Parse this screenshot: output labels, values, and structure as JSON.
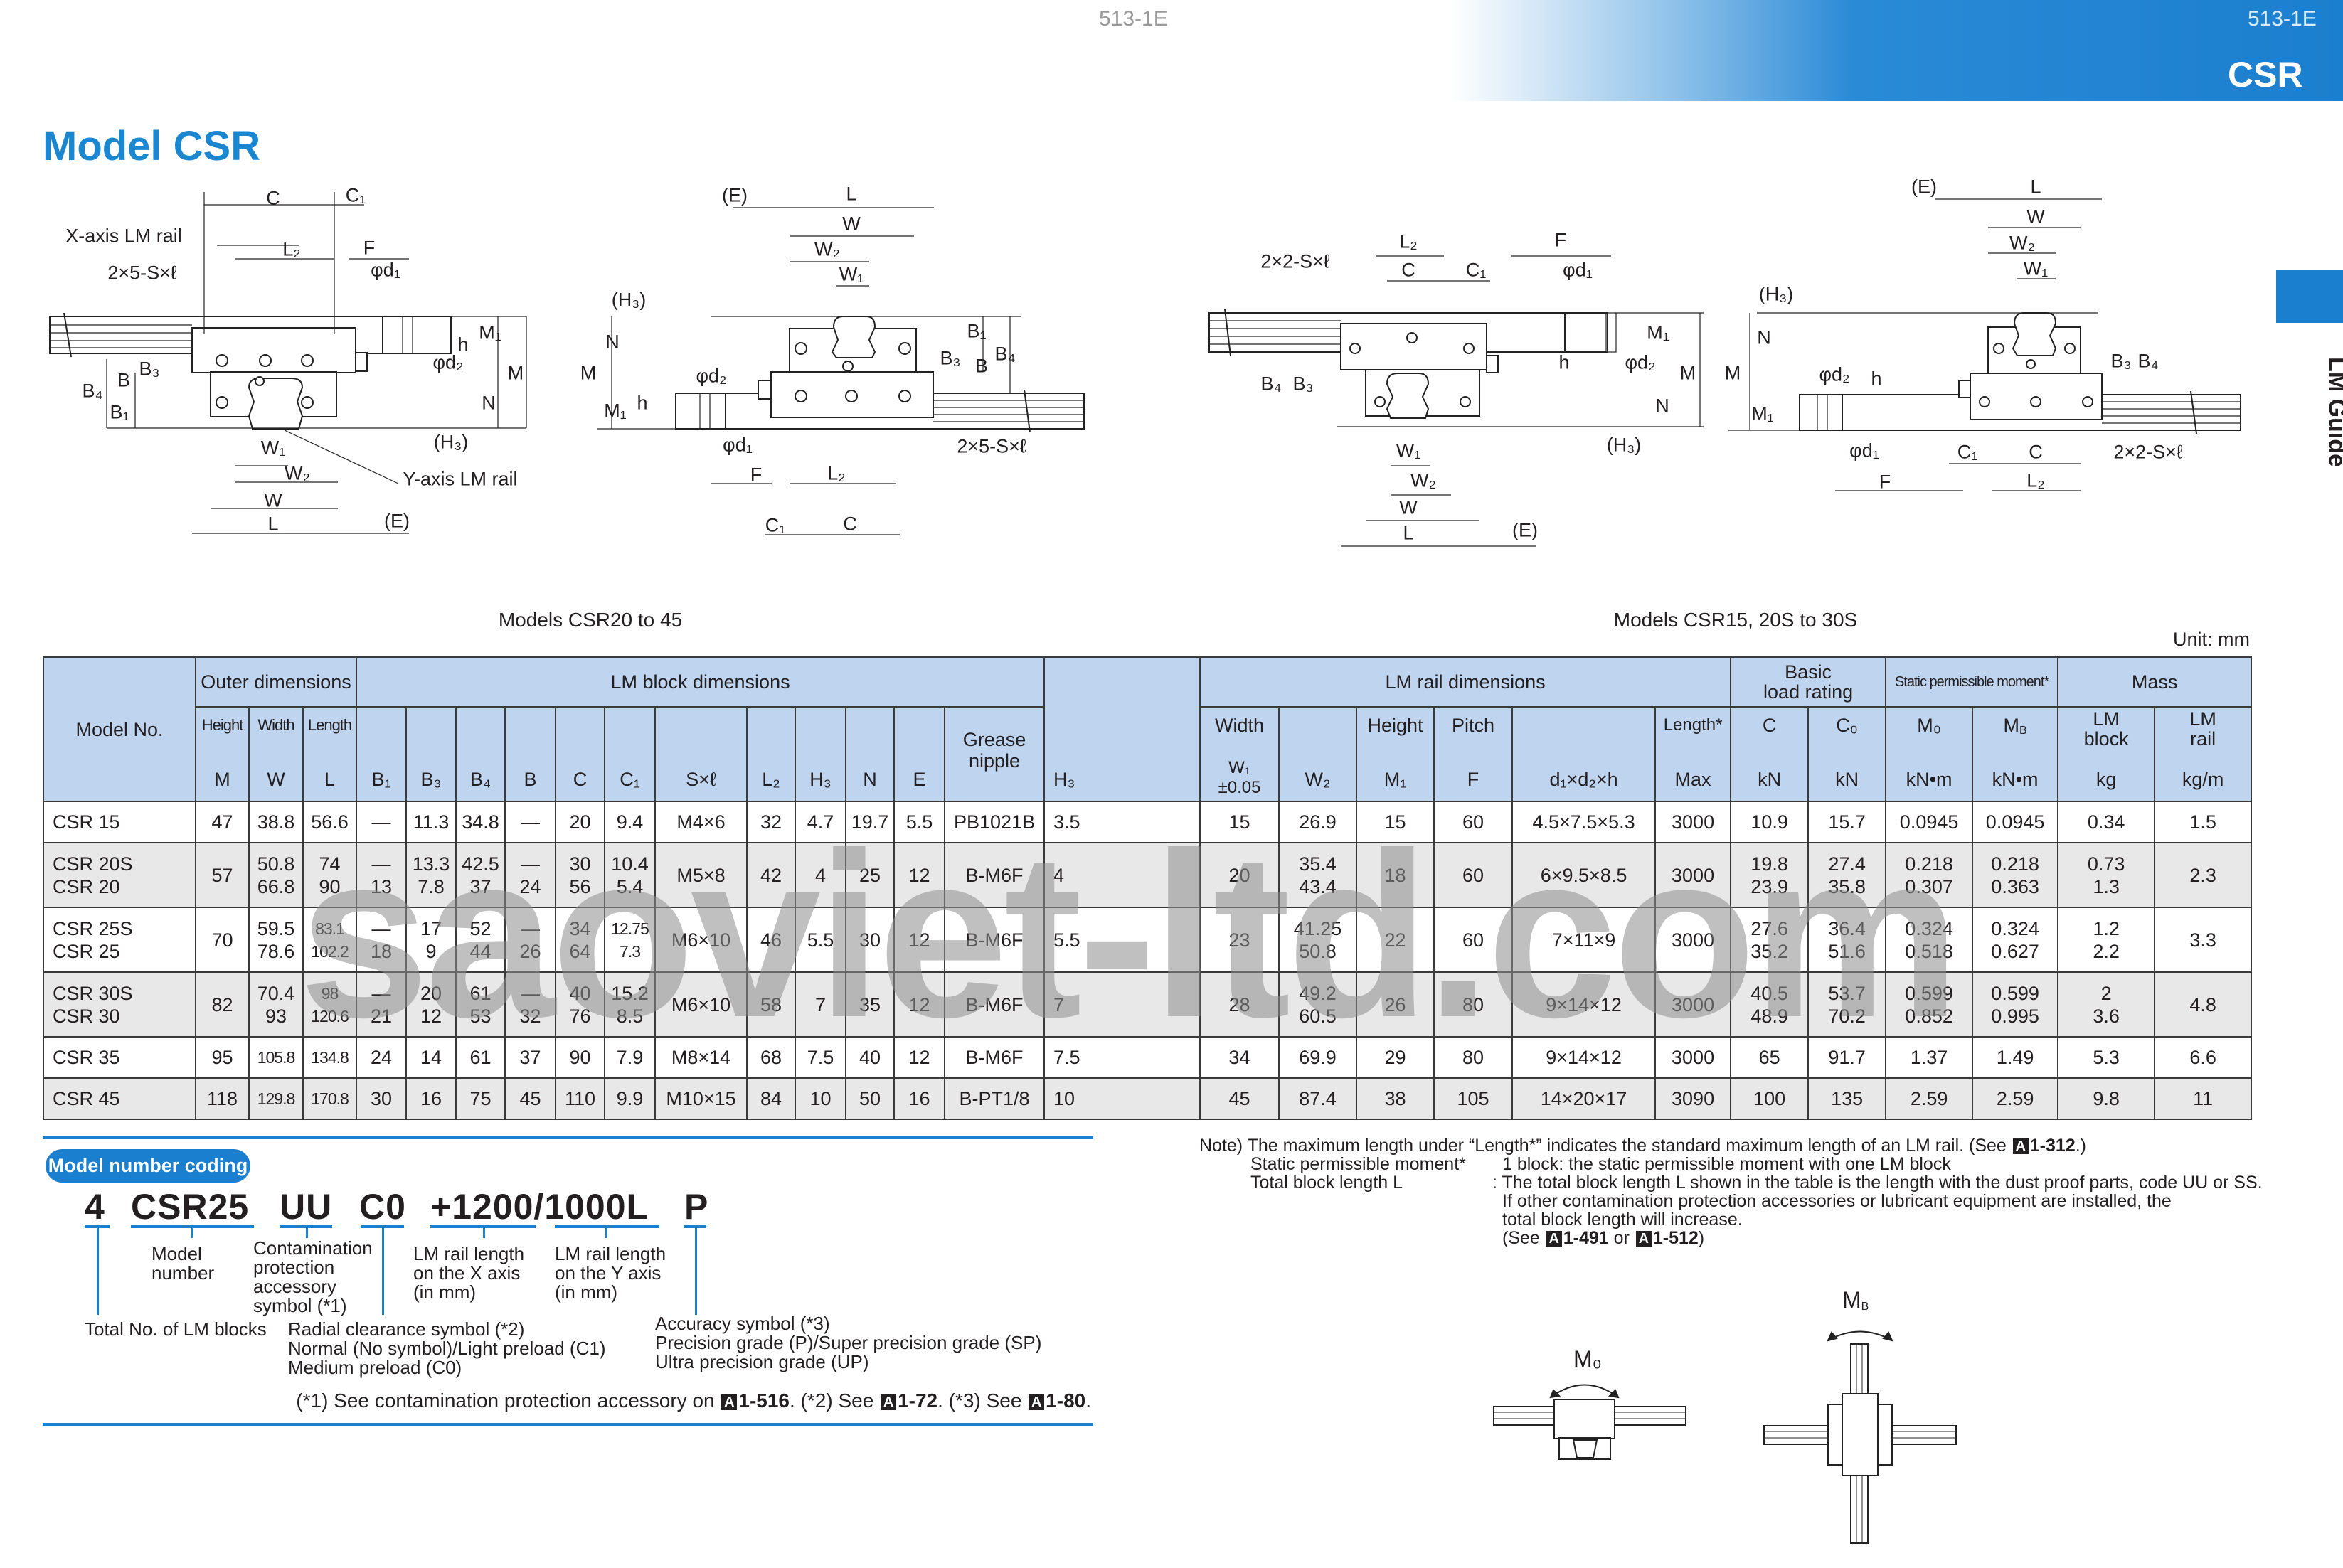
{
  "header": {
    "page_number_left": "513-1E",
    "page_number_right": "513-1E",
    "section_tag": "CSR"
  },
  "title": "Model CSR",
  "side_tab": {
    "label": "LM Guide"
  },
  "drawings": [
    {
      "labels": [
        "C",
        "C₁",
        "X-axis LM rail",
        "L₂",
        "F",
        "2×5-S×ℓ",
        "φd₁",
        "M₁",
        "h",
        "φd₂",
        "B₃",
        "B",
        "M",
        "B₄",
        "B₁",
        "N",
        "(H₃)",
        "W₁",
        "W₂",
        "Y-axis LM rail",
        "W",
        "L",
        "(E)"
      ]
    },
    {
      "labels": [
        "(E)",
        "L",
        "W",
        "W₂",
        "W₁",
        "(H₃)",
        "N",
        "B₁",
        "B₃",
        "B",
        "B₄",
        "M",
        "φd₂",
        "M₁",
        "h",
        "φd₁",
        "2×5-S×ℓ",
        "F",
        "L₂",
        "C₁",
        "C"
      ]
    },
    {
      "labels": [
        "L₂",
        "F",
        "2×2-S×ℓ",
        "C",
        "C₁",
        "φd₁",
        "M₁",
        "h",
        "φd₂",
        "B₄",
        "B₃",
        "M",
        "N",
        "(H₃)",
        "W₁",
        "W₂",
        "W",
        "L",
        "(E)"
      ]
    },
    {
      "labels": [
        "(E)",
        "L",
        "W",
        "W₂",
        "W₁",
        "(H₃)",
        "N",
        "M",
        "φd₂",
        "h",
        "M₁",
        "B₃",
        "B₄",
        "φd₁",
        "C₁",
        "C",
        "2×2-S×ℓ",
        "F",
        "L₂"
      ]
    }
  ],
  "captions": {
    "left": "Models CSR20 to 45",
    "right": "Models CSR15, 20S to 30S",
    "unit": "Unit: mm"
  },
  "table": {
    "groups": {
      "model": "Model No.",
      "outer": "Outer dimensions",
      "block": "LM block dimensions",
      "h3": "H₃",
      "rail": "LM rail dimensions",
      "load": "Basic\nload rating",
      "moment": "Static permissible moment*",
      "mass": "Mass"
    },
    "sub": {
      "height": "Height",
      "M": "M",
      "width": "Width",
      "W": "W",
      "length": "Length",
      "L": "L",
      "B1": "B₁",
      "B3": "B₃",
      "B4": "B₄",
      "B": "B",
      "C": "C",
      "C1": "C₁",
      "Sl": "S×ℓ",
      "L2": "L₂",
      "H3": "H₃",
      "N": "N",
      "E": "E",
      "grease": "Grease\nnipple",
      "rail_width": "Width",
      "W1": "W₁\n±0.05",
      "W2": "W₂",
      "rail_height": "Height",
      "M1": "M₁",
      "pitch": "Pitch",
      "F": "F",
      "d": "d₁×d₂×h",
      "rail_length": "Length*",
      "max": "Max",
      "Cdyn": "C",
      "kN1": "kN",
      "C0": "C₀",
      "kN2": "kN",
      "M0": "M₀",
      "knm1": "kN•m",
      "MB_base": "M",
      "MB_sub": "B",
      "knm2": "kN•m",
      "lm_block": "LM\nblock",
      "kg": "kg",
      "lm_rail": "LM\nrail",
      "kgm": "kg/m"
    },
    "rows": [
      [
        "CSR 15",
        "47",
        "38.8",
        "56.6",
        "—",
        "11.3",
        "34.8",
        "—",
        "20",
        "9.4",
        "M4×6",
        "32",
        "4.7",
        "19.7",
        "5.5",
        "PB1021B",
        "3.5",
        "15",
        "26.9",
        "15",
        "60",
        "4.5×7.5×5.3",
        "3000",
        "10.9",
        "15.7",
        "0.0945",
        "0.0945",
        "0.34",
        "1.5"
      ],
      [
        "CSR 20S\nCSR 20",
        "57",
        "50.8\n66.8",
        "74\n90",
        "—\n13",
        "13.3\n7.8",
        "42.5\n37",
        "—\n24",
        "30\n56",
        "10.4\n5.4",
        "M5×8",
        "42",
        "4",
        "25",
        "12",
        "B-M6F",
        "4",
        "20",
        "35.4\n43.4",
        "18",
        "60",
        "6×9.5×8.5",
        "3000",
        "19.8\n23.9",
        "27.4\n35.8",
        "0.218\n0.307",
        "0.218\n0.363",
        "0.73\n1.3",
        "2.3"
      ],
      [
        "CSR 25S\nCSR 25",
        "70",
        "59.5\n78.6",
        "83.1\n102.2",
        "—\n18",
        "17\n9",
        "52\n44",
        "—\n26",
        "34\n64",
        "12.75\n7.3",
        "M6×10",
        "46",
        "5.5",
        "30",
        "12",
        "B-M6F",
        "5.5",
        "23",
        "41.25\n50.8",
        "22",
        "60",
        "7×11×9",
        "3000",
        "27.6\n35.2",
        "36.4\n51.6",
        "0.324\n0.518",
        "0.324\n0.627",
        "1.2\n2.2",
        "3.3"
      ],
      [
        "CSR 30S\nCSR 30",
        "82",
        "70.4\n93",
        "98\n120.6",
        "—\n21",
        "20\n12",
        "61\n53",
        "—\n32",
        "40\n76",
        "15.2\n8.5",
        "M6×10",
        "58",
        "7",
        "35",
        "12",
        "B-M6F",
        "7",
        "28",
        "49.2\n60.5",
        "26",
        "80",
        "9×14×12",
        "3000",
        "40.5\n48.9",
        "53.7\n70.2",
        "0.599\n0.852",
        "0.599\n0.995",
        "2\n3.6",
        "4.8"
      ],
      [
        "CSR 35",
        "95",
        "105.8",
        "134.8",
        "24",
        "14",
        "61",
        "37",
        "90",
        "7.9",
        "M8×14",
        "68",
        "7.5",
        "40",
        "12",
        "B-M6F",
        "7.5",
        "34",
        "69.9",
        "29",
        "80",
        "9×14×12",
        "3000",
        "65",
        "91.7",
        "1.37",
        "1.49",
        "5.3",
        "6.6"
      ],
      [
        "CSR 45",
        "118",
        "129.8",
        "170.8",
        "30",
        "16",
        "75",
        "45",
        "110",
        "9.9",
        "M10×15",
        "84",
        "10",
        "50",
        "16",
        "B-PT1/8",
        "10",
        "45",
        "87.4",
        "38",
        "105",
        "14×20×17",
        "3090",
        "100",
        "135",
        "2.59",
        "2.59",
        "9.8",
        "11"
      ]
    ]
  },
  "watermark": "saoviet-ltd.com",
  "coding": {
    "badge": "Model number coding",
    "parts": [
      "4",
      "CSR25",
      "UU",
      "C0",
      "+1200/1000L",
      "P"
    ],
    "labels": {
      "model_number": "Model\nnumber",
      "contamination": "Contamination\nprotection\naccessory\nsymbol (*1)",
      "x_rail": "LM rail length\non the X axis\n(in mm)",
      "y_rail": "LM rail length\non the Y axis\n(in mm)",
      "total_blocks": "Total No. of LM blocks",
      "radial": "Radial clearance symbol (*2)\nNormal (No symbol)/Light preload (C1)\nMedium preload (C0)",
      "accuracy": "Accuracy symbol (*3)\nPrecision grade (P)/Super precision grade (SP)\nUltra precision grade (UP)"
    },
    "footnote": {
      "p1": "(*1) See contamination protection accessory on ",
      "ref1": "1-516",
      "p2": ". (*2) See ",
      "ref2": "1-72",
      "p3": ". (*3) See ",
      "ref3": "1-80",
      "p4": ".",
      "ref_icon": "A"
    }
  },
  "notes": {
    "line1": "Note) The maximum length under “Length*” indicates the standard maximum length of an LM rail. (See ",
    "line1_ref": "1-312",
    "line1_end": ".)",
    "moment_term": "Static permissible moment*",
    "moment_def": "1 block: the static permissible moment with one LM block",
    "length_term": "Total block length L",
    "length_def1": ": The total block length L shown in the table is the length with the dust proof parts, code UU or SS.",
    "length_def2": "If other contamination protection accessories or lubricant equipment are installed, the",
    "length_def3": "total block length will increase.",
    "see_open": "(See ",
    "see_ref1": "1-491",
    "see_or": " or ",
    "see_ref2": "1-512",
    "see_close": ")",
    "ref_icon": "A"
  },
  "moments": {
    "m0": "M₀",
    "mb_base": "M",
    "mb_sub": "B"
  },
  "colors": {
    "brand_blue": "#1b7fcf",
    "header_fill": "#bed4ef",
    "row_alt": "#e8e8e8"
  }
}
